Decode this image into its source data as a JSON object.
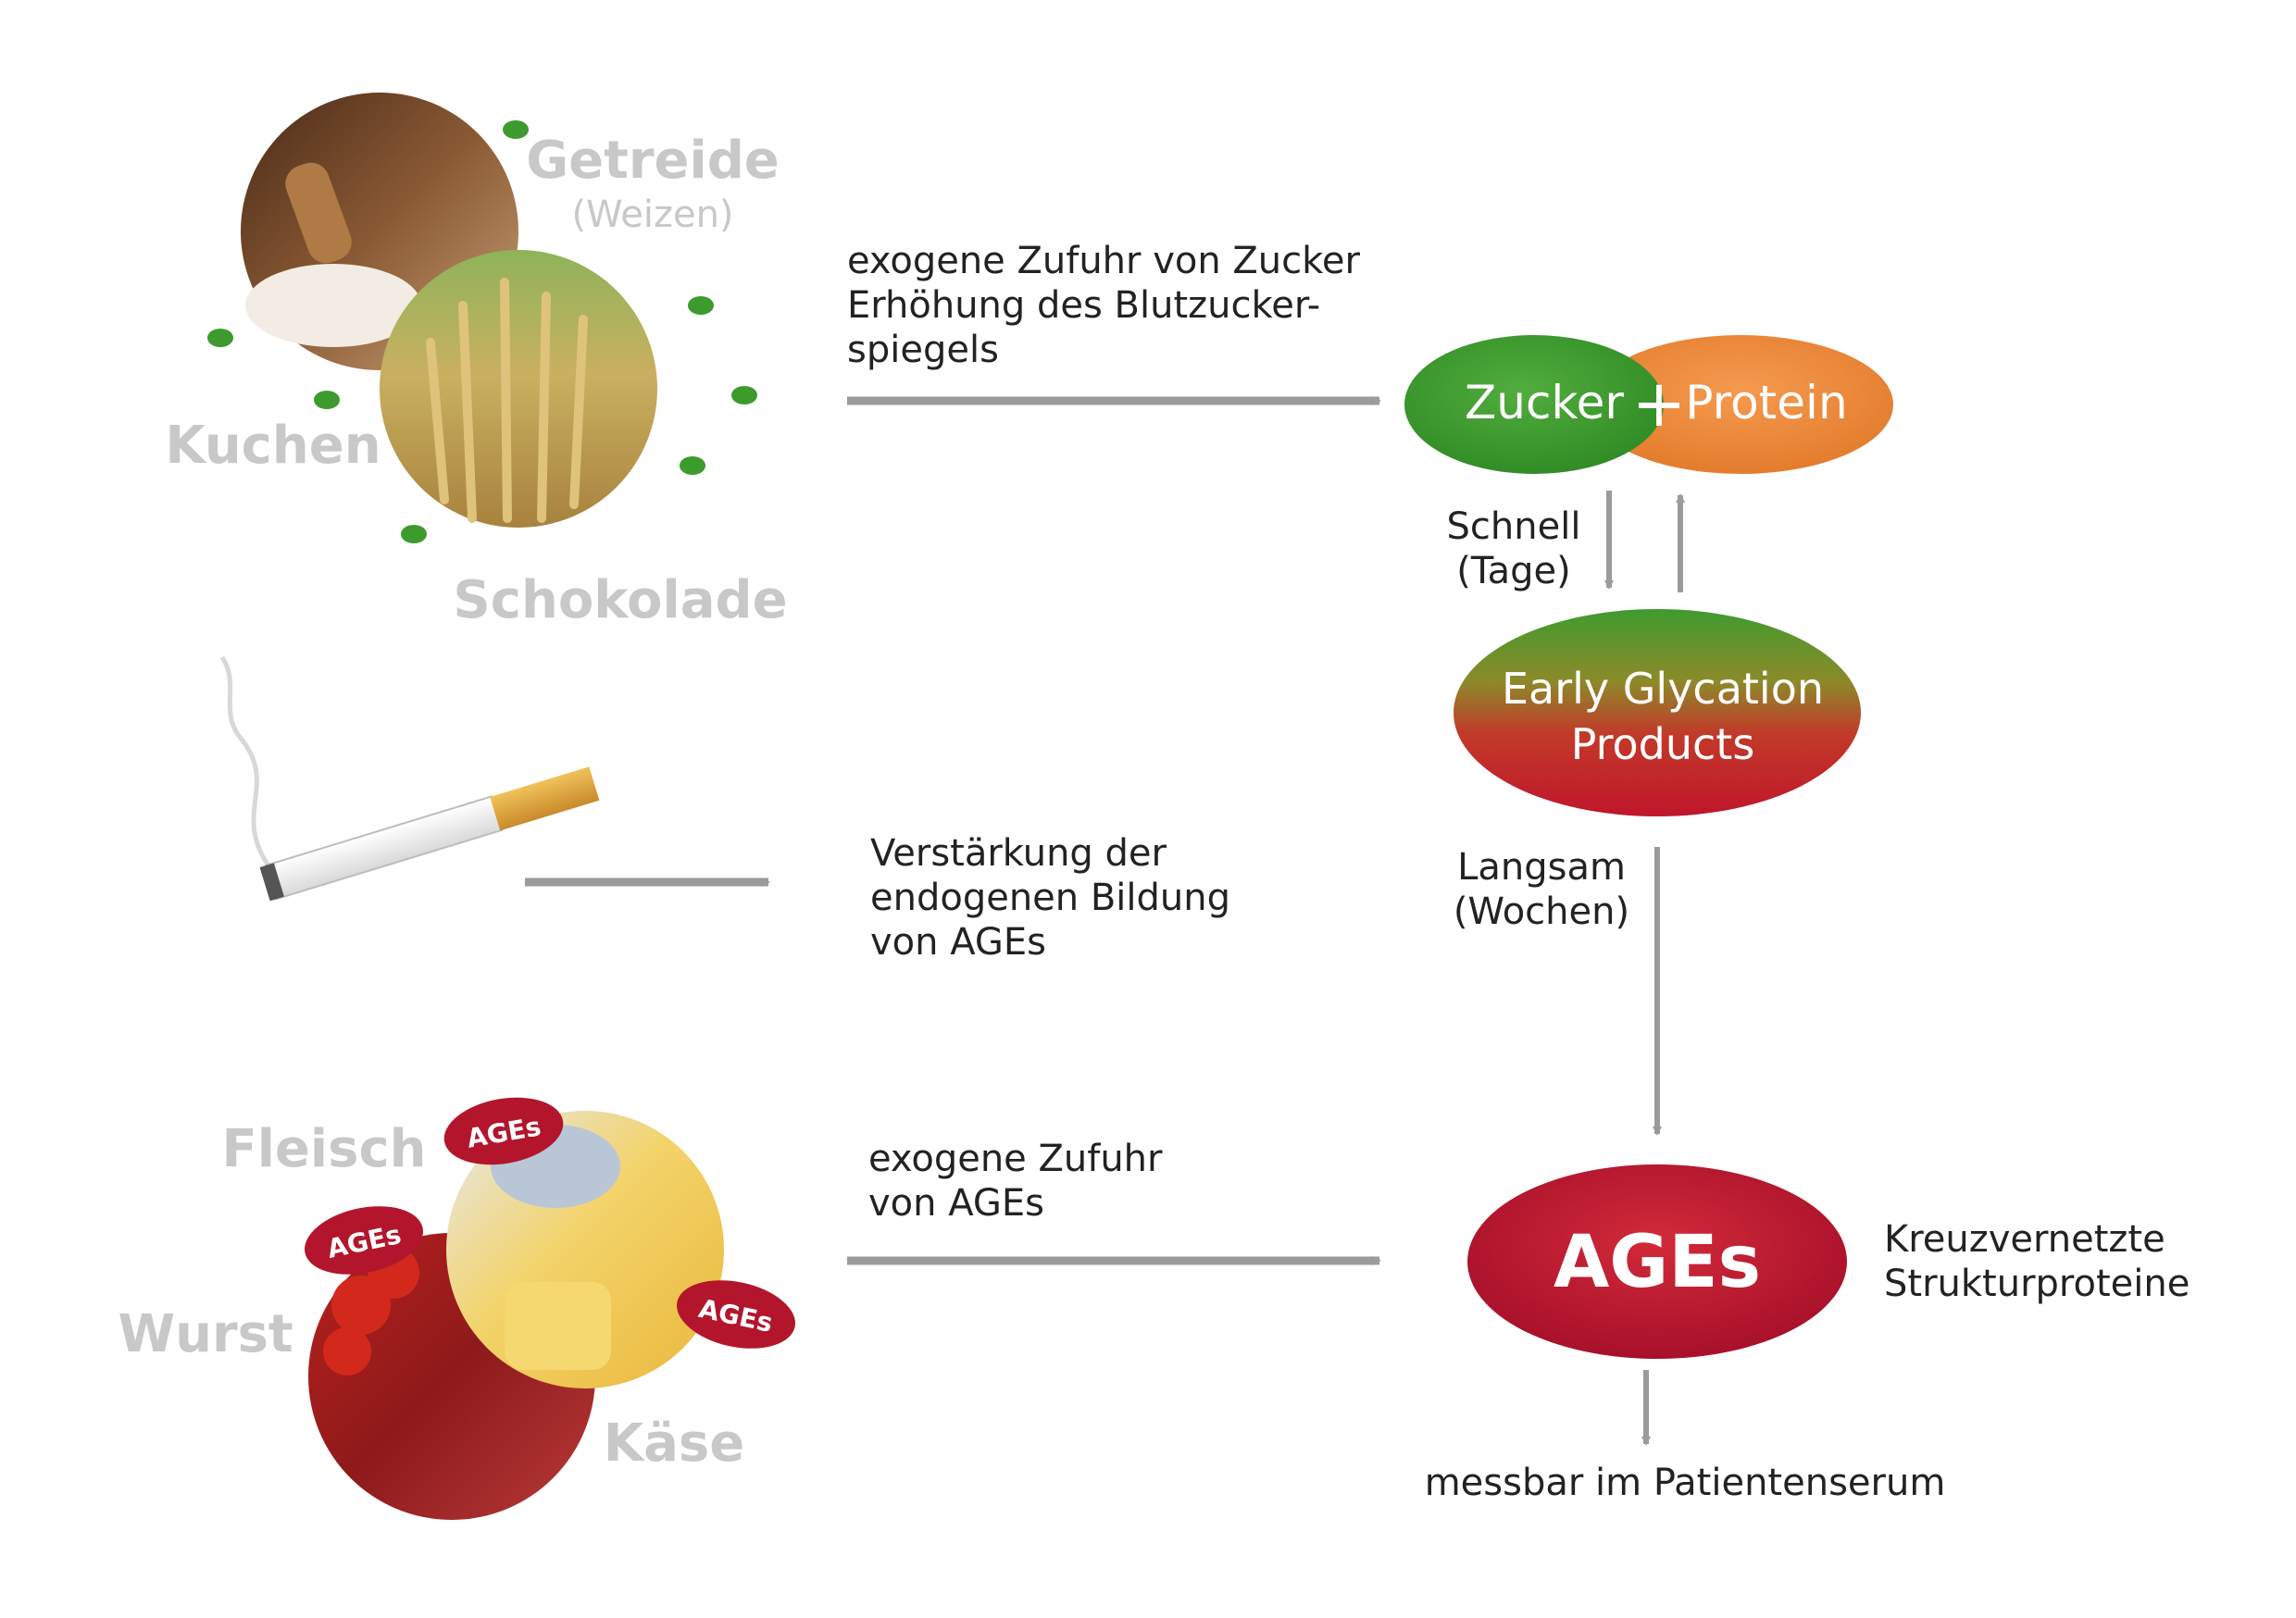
{
  "food_sugar": {
    "getreide": "Getreide",
    "weizen": "(Weizen)",
    "kuchen": "Kuchen",
    "schokolade": "Schokolade"
  },
  "food_ages": {
    "fleisch": "Fleisch",
    "wurst": "Wurst",
    "kaese": "Käse",
    "badge": "AGEs"
  },
  "labels": {
    "sugar_intake_line1": "exogene Zufuhr von Zucker",
    "sugar_intake_line2": "Erhöhung des Blutzucker-",
    "sugar_intake_line3": "spiegels",
    "smoking_line1": "Verstärkung der",
    "smoking_line2": "endogenen Bildung",
    "smoking_line3": "von AGEs",
    "ages_intake_line1": "exogene Zufuhr",
    "ages_intake_line2": "von AGEs",
    "fast_line1": "Schnell",
    "fast_line2": "(Tage)",
    "slow_line1": "Langsam",
    "slow_line2": "(Wochen)",
    "crosslinked_line1": "Kreuzvernetzte",
    "crosslinked_line2": "Strukturproteine",
    "measurable": "messbar im Patientenserum"
  },
  "nodes": {
    "zucker": "Zucker",
    "plus": "+",
    "protein": "Protein",
    "early_line1": "Early Glycation",
    "early_line2": "Products",
    "ages": "AGEs"
  },
  "colors": {
    "green": "#3f9b2f",
    "orange": "#ef8a3c",
    "red": "#c0162b",
    "arrow": "#9b9b9b",
    "grey_label": "#c8c8c8"
  }
}
